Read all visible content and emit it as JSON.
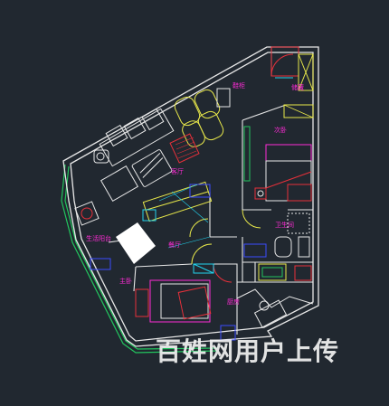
{
  "colors": {
    "background": "#212830",
    "wall": "#e8e8e8",
    "label": "#ff2bd6",
    "furniture_cyan": "#22d3ee",
    "furniture_yellow": "#e8e84a",
    "accent_red": "#e8303a",
    "window_green": "#22c55e",
    "blue": "#3b4bff",
    "watermark": "#f2f2f2"
  },
  "rooms": {
    "entry_cabinet": "鞋柜",
    "storage": "储藏",
    "bedroom_2": "次卧",
    "living_room": "客厅",
    "bathroom": "卫生间",
    "balcony": "生活阳台",
    "dining": "餐厅",
    "master_bedroom": "主卧",
    "kitchen": "厨房"
  },
  "watermark": "百姓网用户上传"
}
